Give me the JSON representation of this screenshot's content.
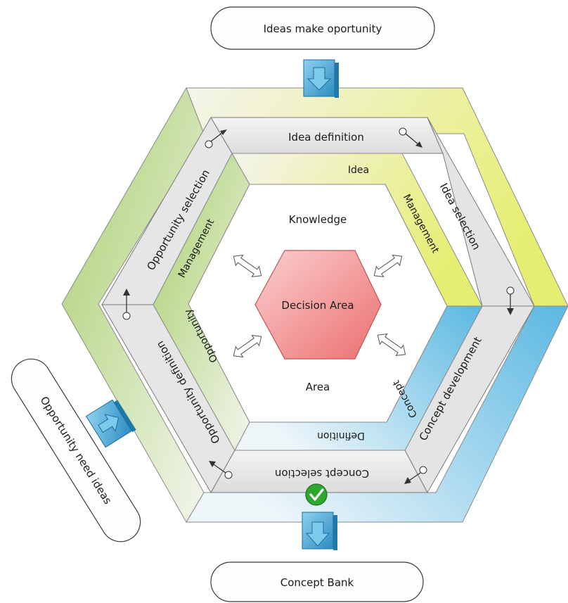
{
  "diagram": {
    "top_pill": "Ideas make oportunity",
    "bottom_pill": "Concept Bank",
    "left_pill": "Opportunity need ideas",
    "center": "Decision Area",
    "inner_top": "Knowledge",
    "inner_bottom": "Area",
    "stages": {
      "top": "Idea definition",
      "upper_right": "Idea selection",
      "lower_right": "Concept development",
      "bottom": "Concept selection",
      "lower_left": "Opportunity definition",
      "upper_left": "Opportunity selection"
    },
    "management": {
      "idea": "Idea",
      "idea_management": "Management",
      "concept": "Concept",
      "definition": "Definition",
      "opportunity": "Opportunity",
      "opp_management": "Management"
    },
    "colors": {
      "yellow": "#e8ef8a",
      "blue": "#7ccbe8",
      "green": "#b9d88a",
      "gray_band": "#e6e6e6",
      "decision_area": "#f08a8a",
      "check": "#2fa82f",
      "arrow_box": "#3a9fd0"
    }
  }
}
